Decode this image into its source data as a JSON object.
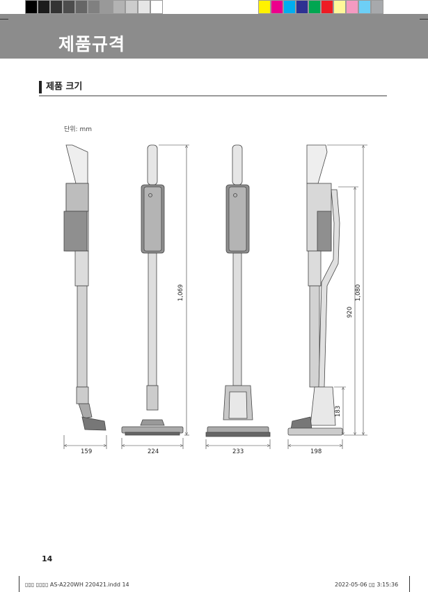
{
  "page": {
    "title": "제품규격",
    "section": "제품 크기",
    "unit_label": "단위: mm",
    "page_number": "14",
    "footer_file": "▯▯▯ ▯▯▯▯ AS-A220WH 220421.indd   14",
    "footer_date": "2022-05-06   ▯▯ 3:15:36"
  },
  "dimensions": {
    "side_left_width": "159",
    "front_width": "224",
    "back_width": "233",
    "side_right_width": "198",
    "front_height": "1,069",
    "stand_height_total": "1,080",
    "stand_upper_height": "920",
    "stand_base_height": "183"
  },
  "colors": {
    "header_band": "#8c8c8c",
    "gray_swatches": [
      "#000000",
      "#1c1c1c",
      "#333333",
      "#4d4d4d",
      "#666666",
      "#808080",
      "#999999",
      "#b3b3b3",
      "#cccccc",
      "#e6e6e6",
      "#ffffff"
    ],
    "color_swatches": [
      "#fff200",
      "#ec008c",
      "#00aeef",
      "#2e3192",
      "#00a651",
      "#ed1c24",
      "#fff799",
      "#f49ac1",
      "#6dcff6",
      "#a7a9ac"
    ]
  }
}
